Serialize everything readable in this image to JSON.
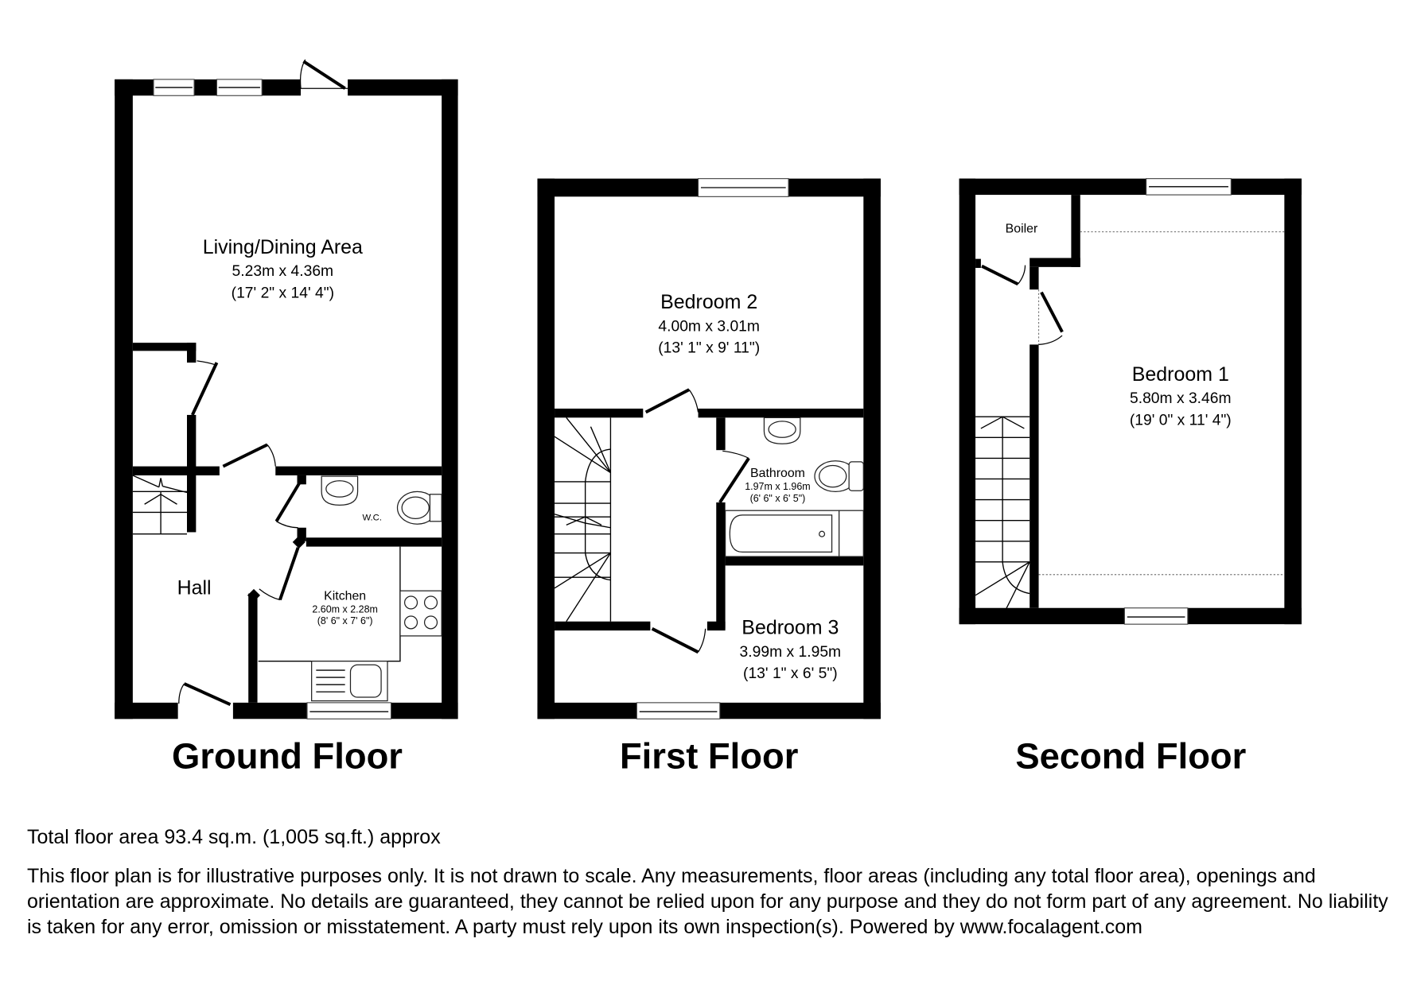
{
  "floors": [
    {
      "title": "Ground Floor",
      "rooms": [
        {
          "name": "Living/Dining Area",
          "metric": "5.23m x 4.36m",
          "imperial": "(17' 2\" x 14' 4\")"
        },
        {
          "name": "Hall"
        },
        {
          "name": "W.C."
        },
        {
          "name": "Kitchen",
          "metric": "2.60m x 2.28m",
          "imperial": "(8' 6\" x 7' 6\")"
        }
      ]
    },
    {
      "title": "First Floor",
      "rooms": [
        {
          "name": "Bedroom 2",
          "metric": "4.00m x 3.01m",
          "imperial": "(13' 1\" x 9' 11\")"
        },
        {
          "name": "Bathroom",
          "metric": "1.97m x 1.96m",
          "imperial": "(6' 6\" x 6' 5\")"
        },
        {
          "name": "Bedroom 3",
          "metric": "3.99m x 1.95m",
          "imperial": "(13' 1\" x 6' 5\")"
        }
      ]
    },
    {
      "title": "Second Floor",
      "rooms": [
        {
          "name": "Boiler"
        },
        {
          "name": "Bedroom 1",
          "metric": "5.80m x 3.46m",
          "imperial": "(19' 0\" x 11' 4\")"
        }
      ]
    }
  ],
  "footer": {
    "total_area": "Total floor area 93.4 sq.m. (1,005 sq.ft.) approx",
    "disclaimer": "This floor plan is for illustrative purposes only. It is not drawn to scale. Any measurements, floor areas (including any total floor area), openings and orientation are approximate. No details are guaranteed, they cannot be relied upon for any purpose and they do not form part of any agreement. No liability is taken for any error, omission or misstatement. A party must rely upon its own inspection(s). Powered by www.focalagent.com"
  }
}
